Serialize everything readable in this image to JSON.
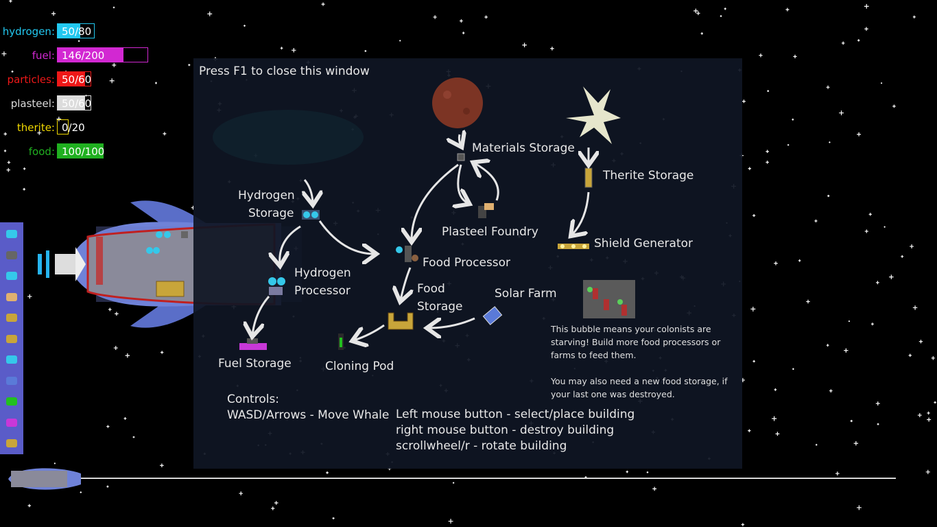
{
  "resources": [
    {
      "label": "hydrogen:",
      "value": "50/80",
      "color": "#22c8f0",
      "fill": 0.625,
      "barwidth": 55
    },
    {
      "label": "fuel:",
      "value": "146/200",
      "color": "#d228d2",
      "fill": 0.73,
      "barwidth": 133
    },
    {
      "label": "particles:",
      "value": "50/60",
      "color": "#ee1818",
      "fill": 0.833,
      "barwidth": 50
    },
    {
      "label": "plasteel:",
      "value": "50/60",
      "color": "#dcdcdc",
      "fill": 0.833,
      "barwidth": 50
    },
    {
      "label": "therite:",
      "value": "0/20",
      "color": "#f0d800",
      "fill": 0.0,
      "barwidth": 17
    },
    {
      "label": "food:",
      "value": "100/100",
      "color": "#20b020",
      "fill": 1.0,
      "barwidth": 68
    }
  ],
  "sidebar": {
    "items": [
      "hydrogen-storage-icon",
      "materials-storage-icon",
      "hydrogen-processor-icon",
      "plasteel-foundry-icon",
      "therite-storage-icon",
      "food-storage-icon",
      "food-processor-icon",
      "solar-farm-icon",
      "cloning-pod-icon",
      "fuel-storage-icon",
      "shield-generator-icon"
    ]
  },
  "help": {
    "close_hint": "Press F1 to close this window",
    "materials_storage": "Materials Storage",
    "therite_storage": "Therite Storage",
    "hydrogen_storage_1": "Hydrogen",
    "hydrogen_storage_2": "Storage",
    "plasteel_foundry": "Plasteel Foundry",
    "shield_generator": "Shield Generator",
    "food_processor": "Food Processor",
    "hydrogen_processor_1": "Hydrogen",
    "hydrogen_processor_2": "Processor",
    "food_storage_1": "Food",
    "food_storage_2": "Storage",
    "solar_farm": "Solar Farm",
    "fuel_storage": "Fuel Storage",
    "cloning_pod": "Cloning Pod",
    "bubble_text": "This bubble means your colonists are starving! Build more food processors or farms to feed them.",
    "storage_text": "You may also need a new food storage, if your last one was destroyed.",
    "controls_title": "Controls:",
    "controls_move": "WASD/Arrows - Move Whale",
    "controls_left": "Left mouse button - select/place building",
    "controls_right": "right mouse button - destroy building",
    "controls_scroll": "scrollwheel/r - rotate building"
  }
}
